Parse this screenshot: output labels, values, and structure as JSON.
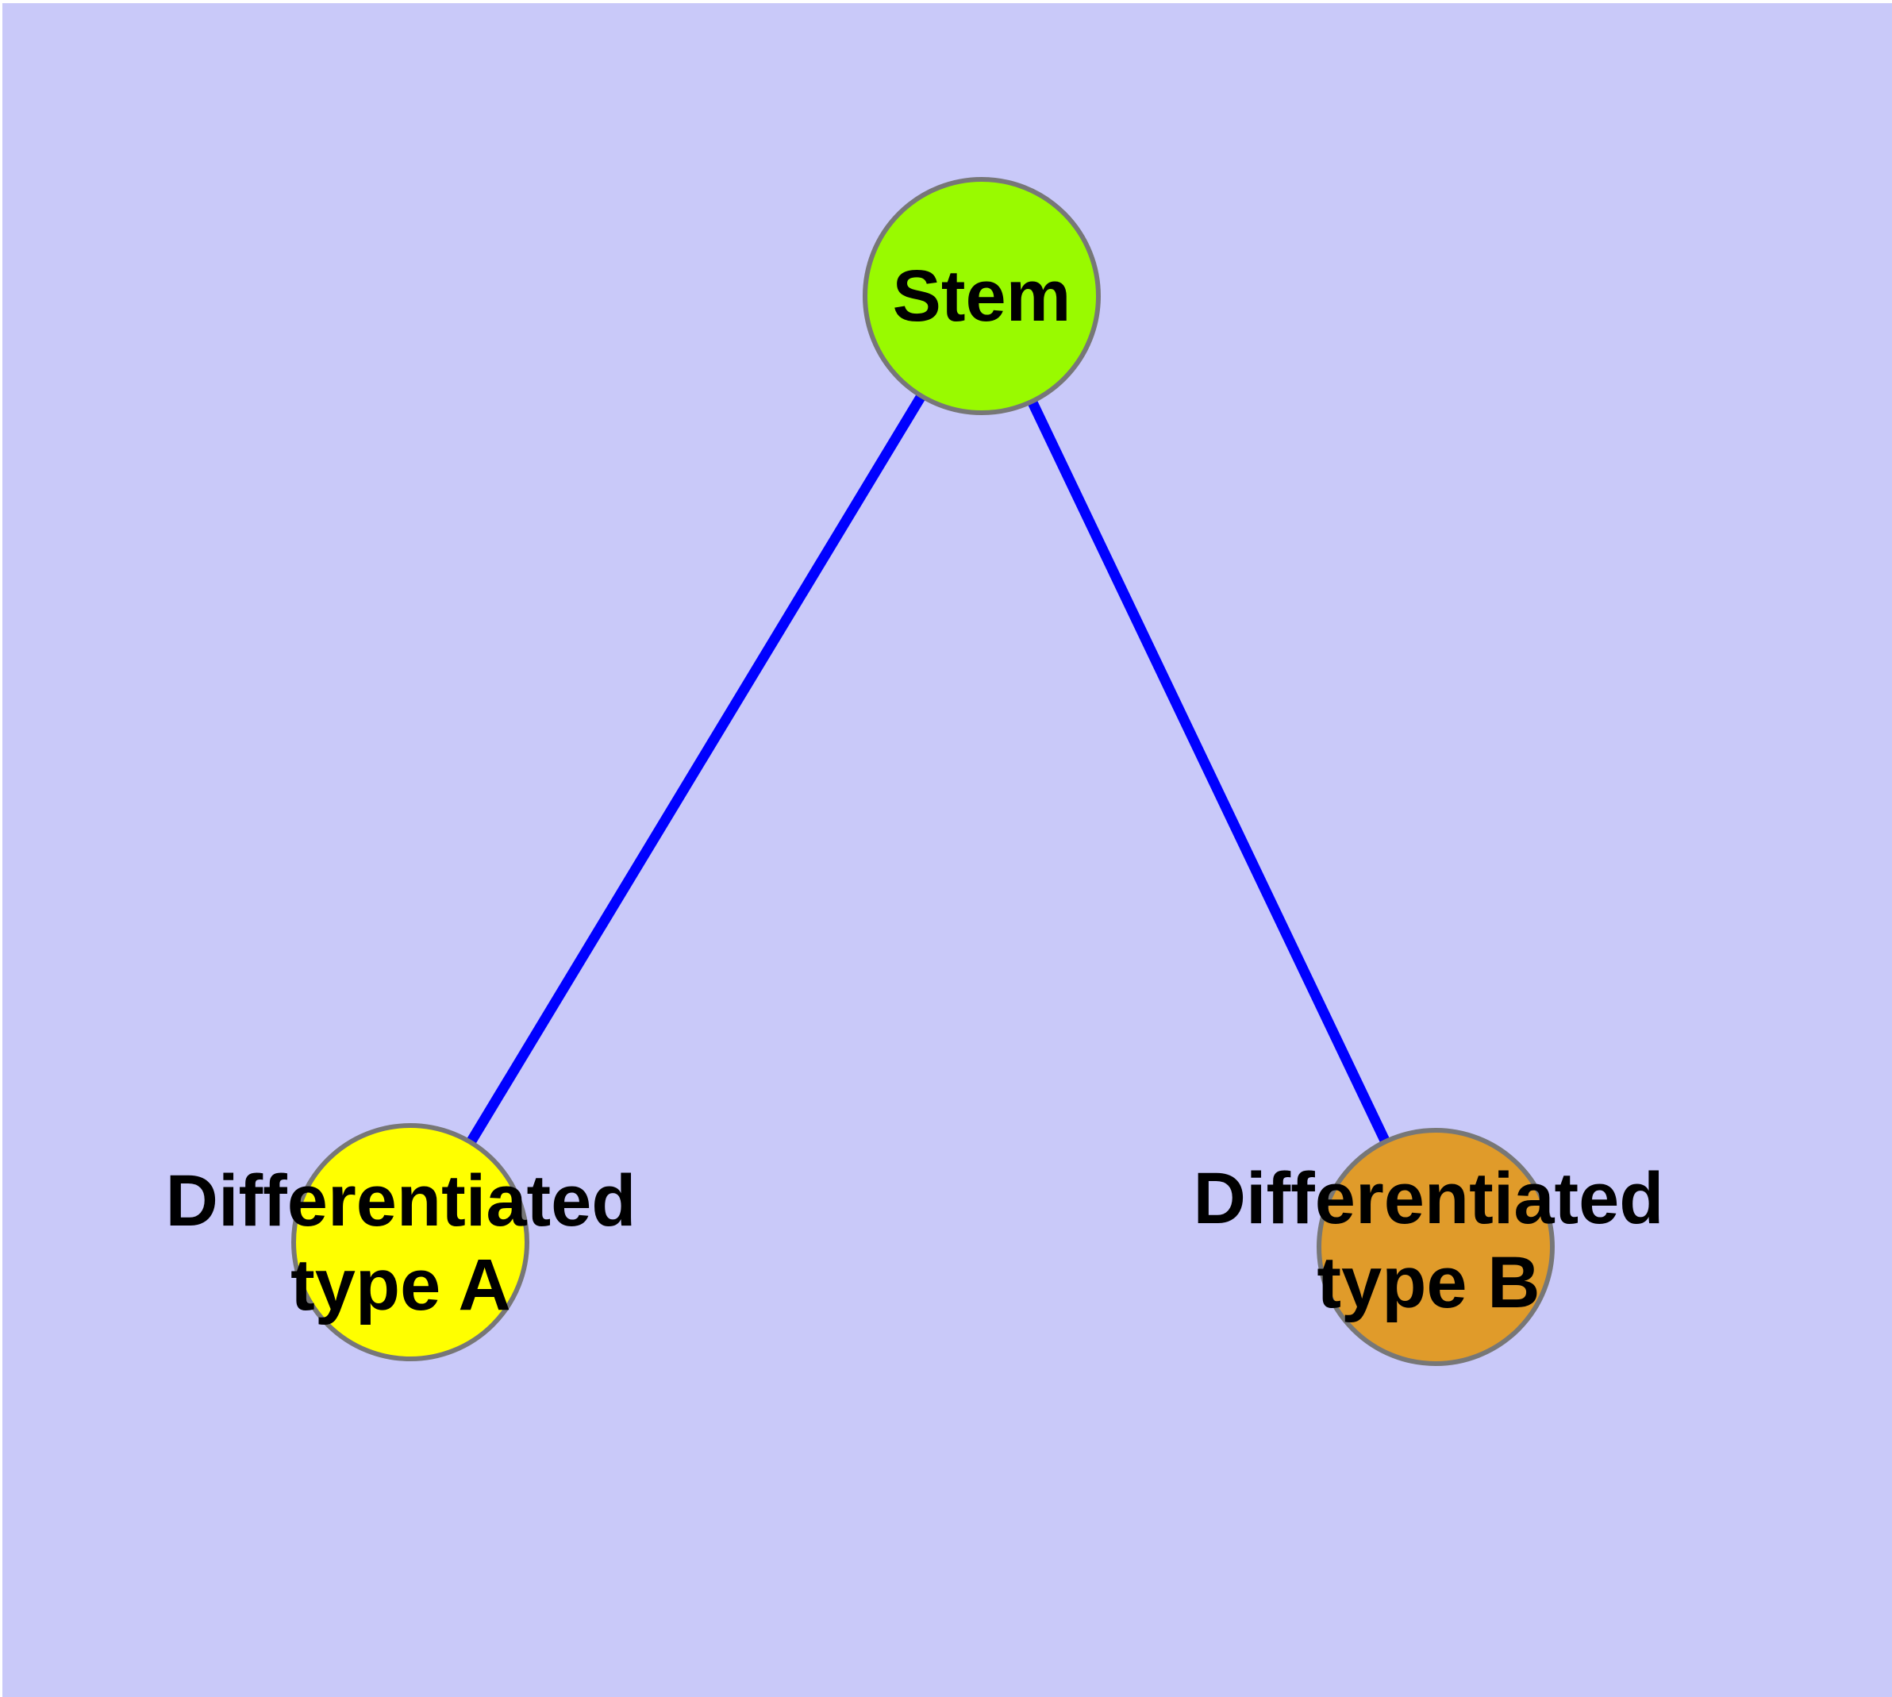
{
  "canvas": {
    "background_color": "#C9C9F9",
    "edge_strip_color": "#FFFFFF"
  },
  "diagram": {
    "type": "node-link-graph",
    "edge_color": "#0000FF",
    "node_border_color": "#777777",
    "label_color": "#000000",
    "nodes": [
      {
        "id": "stem",
        "lines": [
          "Stem"
        ],
        "fill": "#99FA00"
      },
      {
        "id": "differentiated-type-a",
        "lines": [
          "Differentiated",
          "type A"
        ],
        "fill": "#FFFF00"
      },
      {
        "id": "differentiated-type-b",
        "lines": [
          "Differentiated",
          "type B"
        ],
        "fill": "#E09B2A"
      }
    ],
    "edges": [
      {
        "from": "stem",
        "to": "differentiated-type-a"
      },
      {
        "from": "stem",
        "to": "differentiated-type-b"
      }
    ]
  }
}
